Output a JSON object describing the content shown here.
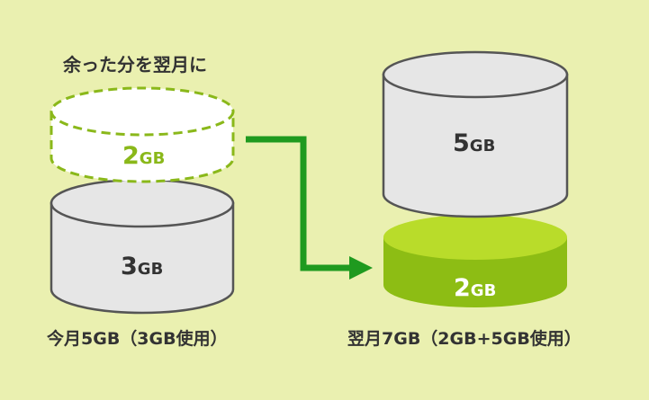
{
  "heading": "余った分を翌月に",
  "left": {
    "carry_over": {
      "number": "2",
      "unit": "GB"
    },
    "used": {
      "number": "3",
      "unit": "GB"
    },
    "caption": "今月5GB（3GB使用）"
  },
  "right": {
    "new": {
      "number": "5",
      "unit": "GB"
    },
    "carried": {
      "number": "2",
      "unit": "GB"
    },
    "caption": "翌月7GB（2GB+5GB使用）"
  },
  "colors": {
    "background": "#eaf0b0",
    "disk_fill": "#e6e6e6",
    "disk_stroke": "#555555",
    "dashed_stroke": "#8ab81a",
    "carry_text": "#8ab81a",
    "green_disk_side": "#8dbd14",
    "green_disk_top": "#b9dc2a",
    "arrow": "#1f9a1f"
  }
}
